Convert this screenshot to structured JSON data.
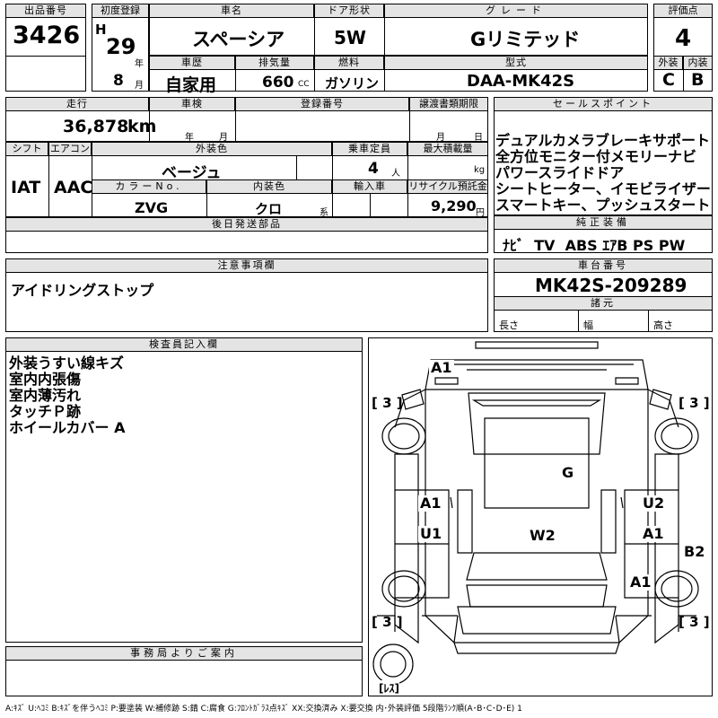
{
  "hdr": {
    "lot": "出品番号",
    "first_reg": "初度登録",
    "car_name": "車名",
    "door": "ドア形状",
    "grade": "グレード",
    "score": "評価点",
    "history": "車歴",
    "displacement": "排気量",
    "fuel": "燃料",
    "model": "型式",
    "ext": "外装",
    "int": "内装",
    "mileage": "走行",
    "inspection": "車検",
    "regno": "登録番号",
    "transfer": "譲渡書類期限",
    "sales": "セールスポイント",
    "shift": "シフト",
    "ac": "エアコン",
    "body_color": "外装色",
    "capacity": "乗車定員",
    "payload": "最大積載量",
    "color_no": "カラーNo.",
    "int_color": "内装色",
    "import": "輸入車",
    "recycle": "リサイクル預託金",
    "later_parts": "後日発送部品",
    "equipment": "純正装備",
    "notes": "注意事項欄",
    "chassis": "車台番号",
    "specs": "諸元",
    "inspector": "検査員記入欄",
    "office": "事務局よりご案内"
  },
  "val": {
    "lot": "3426",
    "era": "H",
    "year": "29",
    "month": "8",
    "car_name": "スペーシア",
    "door": "5W",
    "grade": "Gリミテッド",
    "score": "4",
    "history": "自家用",
    "displacement": "660",
    "fuel": "ガソリン",
    "model": "DAA-MK42S",
    "ext": "C",
    "int": "B",
    "mileage": "36,878",
    "body_color": "ベージュ",
    "capacity": "4",
    "shift": "IAT",
    "ac": "AAC",
    "color_no": "ZVG",
    "int_color": "クロ",
    "recycle": "9,290",
    "equipment": "ﾅﾋﾞ  TV  ABS ｴｱB PS PW",
    "notes": "アイドリングストップ",
    "chassis": "MK42S-209289"
  },
  "unit": {
    "year": "年",
    "month": "月",
    "cc": "CC",
    "km": "km",
    "insp_year": "年",
    "insp_month": "月",
    "tr_month": "月",
    "tr_day": "日",
    "person": "人",
    "kg": "kg",
    "kei": "系",
    "yen": "円"
  },
  "sales_points": [
    "デュアルカメラブレーキサポート",
    "全方位モニター付メモリーナビ",
    "パワースライドドア",
    "シートヒーター、イモビライザー",
    "スマートキー、プッシュスタート"
  ],
  "specs": {
    "length": "長さ",
    "width": "幅",
    "height": "高さ"
  },
  "inspector_notes": [
    "外装うすい線キズ",
    "室内内張傷",
    "室内薄汚れ",
    "タッチＰ跡",
    "ホイールカバー A"
  ],
  "diagram": {
    "marks": {
      "a1_top": "A1",
      "g": "G",
      "a1_left": "A1",
      "u1_left": "U1",
      "w2": "W2",
      "u2_right": "U2",
      "a1_right": "A1",
      "b2_right": "B2",
      "a1_lower": "A1"
    },
    "tire_tl": "[ 3 ]",
    "tire_tr": "[ 3 ]",
    "tire_bl": "[ 3 ]",
    "tire_br": "[ 3 ]",
    "spare": "[ﾚｽ]"
  },
  "legend": "A:ｷｽﾞ U:ﾍｺﾐ B:ｷｽﾞを伴うﾍｺﾐ P:要塗装 W:補修跡 S:錆 C:腐食 G:ﾌﾛﾝﾄｶﾞﾗｽ点ｷｽﾞ XX:交換済み X:要交換 内･外装評価 5段階ﾗﾝｸ順(A･B･C･D･E) 1"
}
